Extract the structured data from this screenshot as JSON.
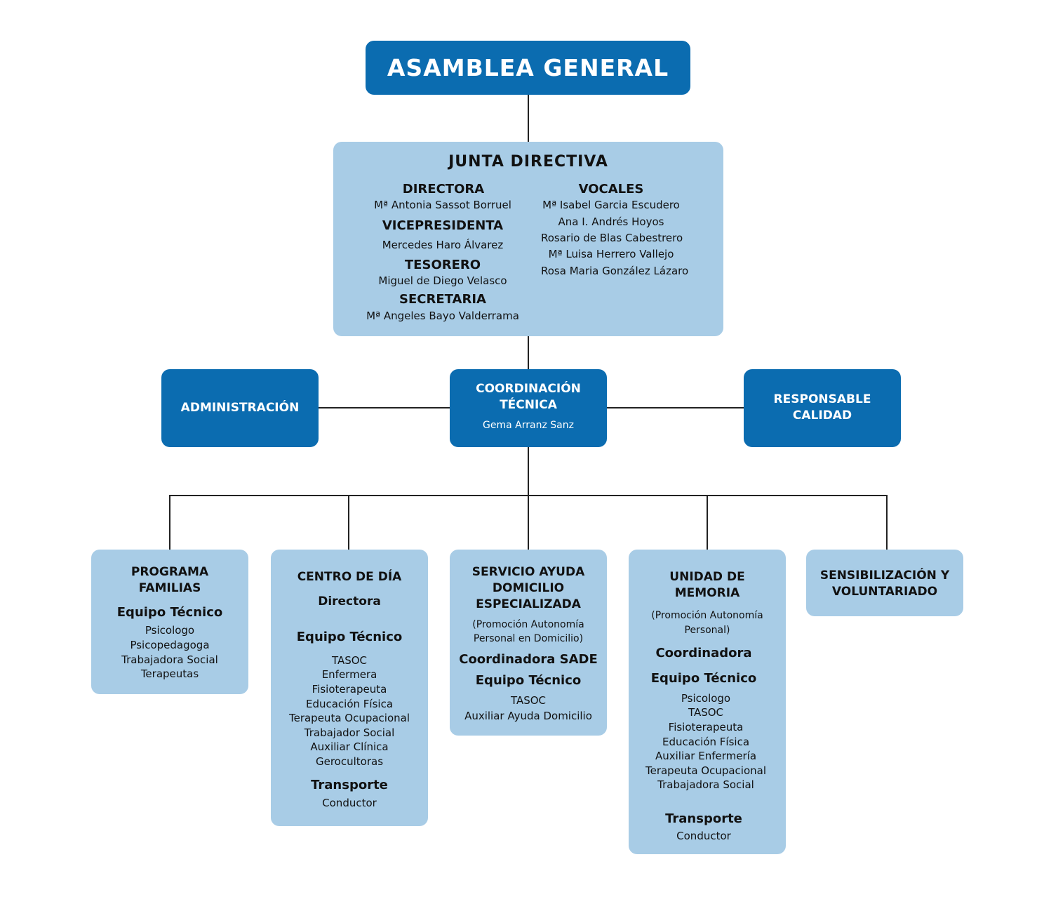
{
  "asamblea": {
    "title": "ASAMBLEA GENERAL"
  },
  "junta": {
    "title": "JUNTA DIRECTIVA",
    "directora_label": "DIRECTORA",
    "directora_name": "Mª Antonia Sassot Borruel",
    "vicepresidenta_label": "VICEPRESIDENTA",
    "vicepresidenta_name": "Mercedes Haro Álvarez",
    "tesorero_label": "TESORERO",
    "tesorero_name": "Miguel de Diego Velasco",
    "secretaria_label": "SECRETARIA",
    "secretaria_name": "Mª Angeles Bayo Valderrama",
    "vocales_label": "VOCALES",
    "vocales": [
      "Mª Isabel Garcia Escudero",
      "Ana I. Andrés Hoyos",
      "Rosario de Blas Cabestrero",
      "Mª Luisa Herrero Vallejo",
      "Rosa Maria González Lázaro"
    ]
  },
  "administracion": {
    "title": "ADMINISTRACIÓN"
  },
  "coordinacion": {
    "title_1": "COORDINACIÓN",
    "title_2": "TÉCNICA",
    "name": "Gema Arranz Sanz"
  },
  "calidad": {
    "title_1": "RESPONSABLE",
    "title_2": "CALIDAD"
  },
  "familias": {
    "title_1": "PROGRAMA",
    "title_2": "FAMILIAS",
    "equipo": "Equipo Técnico",
    "items": [
      "Psicologo",
      "Psicopedagoga",
      "Trabajadora Social",
      "Terapeutas"
    ]
  },
  "centro": {
    "title": "CENTRO DE DÍA",
    "directora": "Directora",
    "equipo": "Equipo Técnico",
    "items": [
      "TASOC",
      "Enfermera",
      "Fisioterapeuta",
      "Educación Física",
      "Terapeuta Ocupacional",
      "Trabajador Social",
      "Auxiliar Clínica",
      "Gerocultoras"
    ],
    "transporte": "Transporte",
    "conductor": "Conductor"
  },
  "sade": {
    "title_1": "SERVICIO AYUDA",
    "title_2": "DOMICILIO",
    "title_3": "ESPECIALIZADA",
    "sub_1": "(Promoción Autonomía",
    "sub_2": "Personal en Domicilio)",
    "coordinadora": "Coordinadora SADE",
    "equipo": "Equipo Técnico",
    "items": [
      "TASOC",
      "Auxiliar Ayuda Domicilio"
    ]
  },
  "memoria": {
    "title_1": "UNIDAD DE",
    "title_2": "MEMORIA",
    "sub_1": "(Promoción Autonomía",
    "sub_2": "Personal)",
    "coordinadora": "Coordinadora",
    "equipo": "Equipo Técnico",
    "items": [
      "Psicologo",
      "TASOC",
      "Fisioterapeuta",
      "Educación Física",
      "Auxiliar Enfermería",
      "Terapeuta Ocupacional",
      "Trabajadora Social"
    ],
    "transporte": "Transporte",
    "conductor": "Conductor"
  },
  "voluntariado": {
    "title_1": "SENSIBILIZACIÓN Y",
    "title_2": "VOLUNTARIADO"
  },
  "colors": {
    "dark_box": "#0b6cb0",
    "light_box": "#a8cce6",
    "connector": "#222222"
  }
}
